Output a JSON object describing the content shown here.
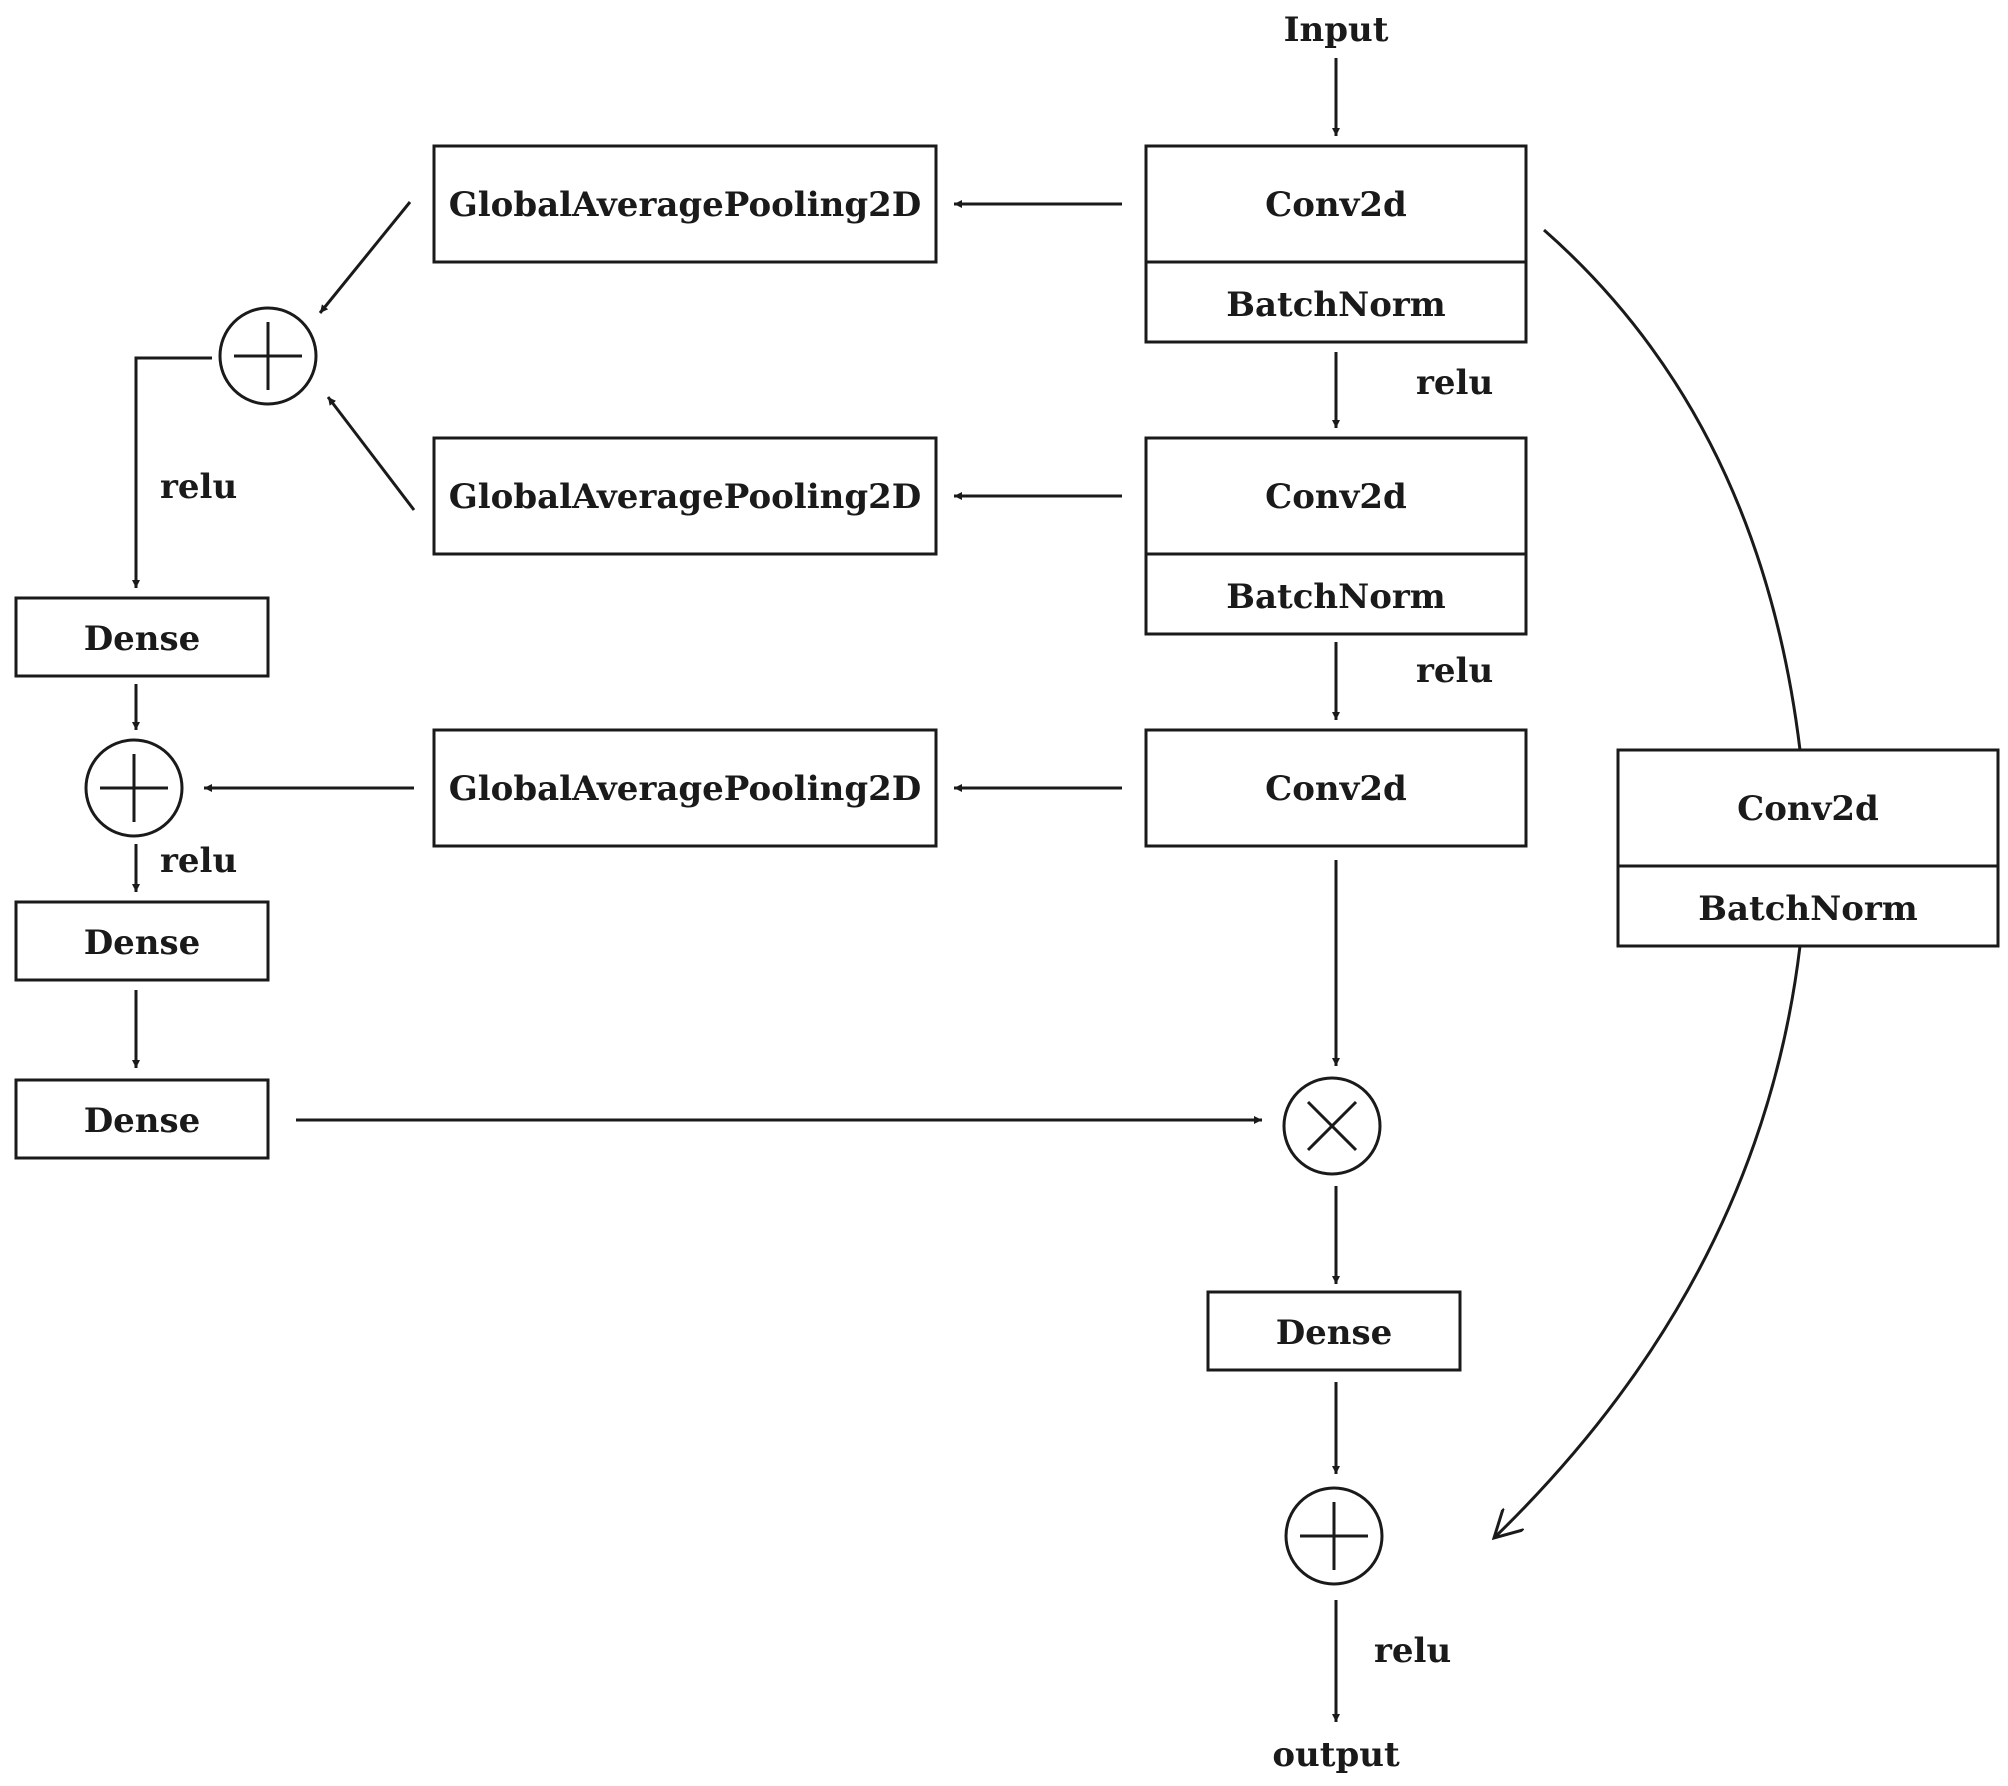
{
  "nodes": {
    "input": "Input",
    "output": "output",
    "conv1": "Conv2d",
    "bn1": "BatchNorm",
    "conv2": "Conv2d",
    "bn2": "BatchNorm",
    "conv3": "Conv2d",
    "skip_conv": "Conv2d",
    "skip_bn": "BatchNorm",
    "gap1": "GlobalAveragePooling2D",
    "gap2": "GlobalAveragePooling2D",
    "gap3": "GlobalAveragePooling2D",
    "dense1": "Dense",
    "dense2": "Dense",
    "dense3": "Dense",
    "dense_main": "Dense"
  },
  "edge_labels": {
    "relu_main_1": "relu",
    "relu_main_2": "relu",
    "relu_left_1": "relu",
    "relu_left_2": "relu",
    "relu_output": "relu"
  },
  "operators": {
    "add_top": "add",
    "add_left": "add",
    "multiply": "multiply",
    "add_output": "add"
  },
  "colors": {
    "stroke": "#1a1a1a",
    "background": "#ffffff"
  }
}
